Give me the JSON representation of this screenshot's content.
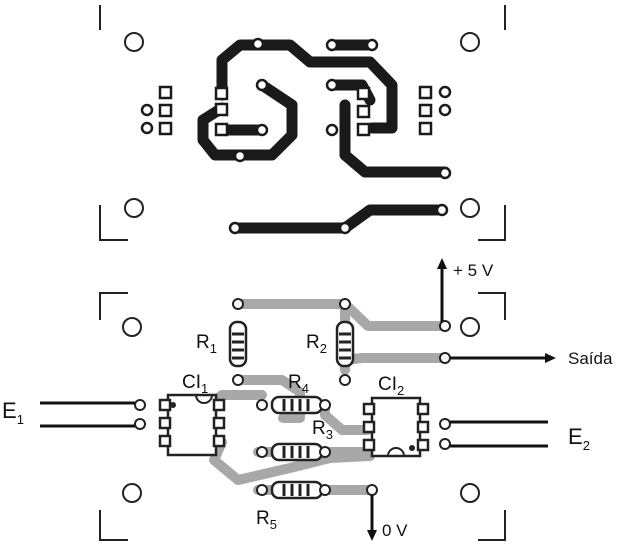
{
  "labels": {
    "r1": {
      "main": "R",
      "sub": "1"
    },
    "r2": {
      "main": "R",
      "sub": "2"
    },
    "r3": {
      "main": "R",
      "sub": "3"
    },
    "r4": {
      "main": "R",
      "sub": "4"
    },
    "r5": {
      "main": "R",
      "sub": "5"
    },
    "ci1": {
      "main": "CI",
      "sub": "1"
    },
    "ci2": {
      "main": "CI",
      "sub": "2"
    },
    "e1": {
      "main": "E",
      "sub": "1"
    },
    "e2": {
      "main": "E",
      "sub": "2"
    },
    "plus5v": "+ 5 V",
    "saida": "Saída",
    "zero_v": "0 V"
  },
  "colors": {
    "copper_trace": "#1a1a1a",
    "silk_trace": "#a8a8a8",
    "ink": "#111111"
  }
}
